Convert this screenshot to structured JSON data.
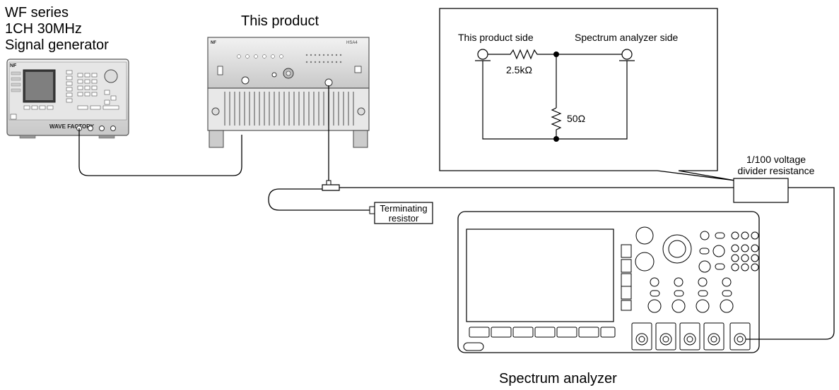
{
  "labels": {
    "signal_generator": [
      "WF series",
      "1CH 30MHz",
      "Signal generator"
    ],
    "this_product": "This product",
    "spectrum_analyzer": "Spectrum analyzer",
    "divider": [
      "1/100 voltage",
      "divider resistance"
    ],
    "terminator": [
      "Terminating",
      "resistor"
    ]
  },
  "circuit": {
    "product_side": "This product side",
    "analyzer_side": "Spectrum analyzer side",
    "series_resistor": "2.5kΩ",
    "shunt_resistor": "50Ω"
  },
  "generator_panel": {
    "brand": "NF",
    "logo": "WAVE FACTORY"
  },
  "amplifier_panel": {
    "brand": "NF",
    "model": "HSA4"
  }
}
